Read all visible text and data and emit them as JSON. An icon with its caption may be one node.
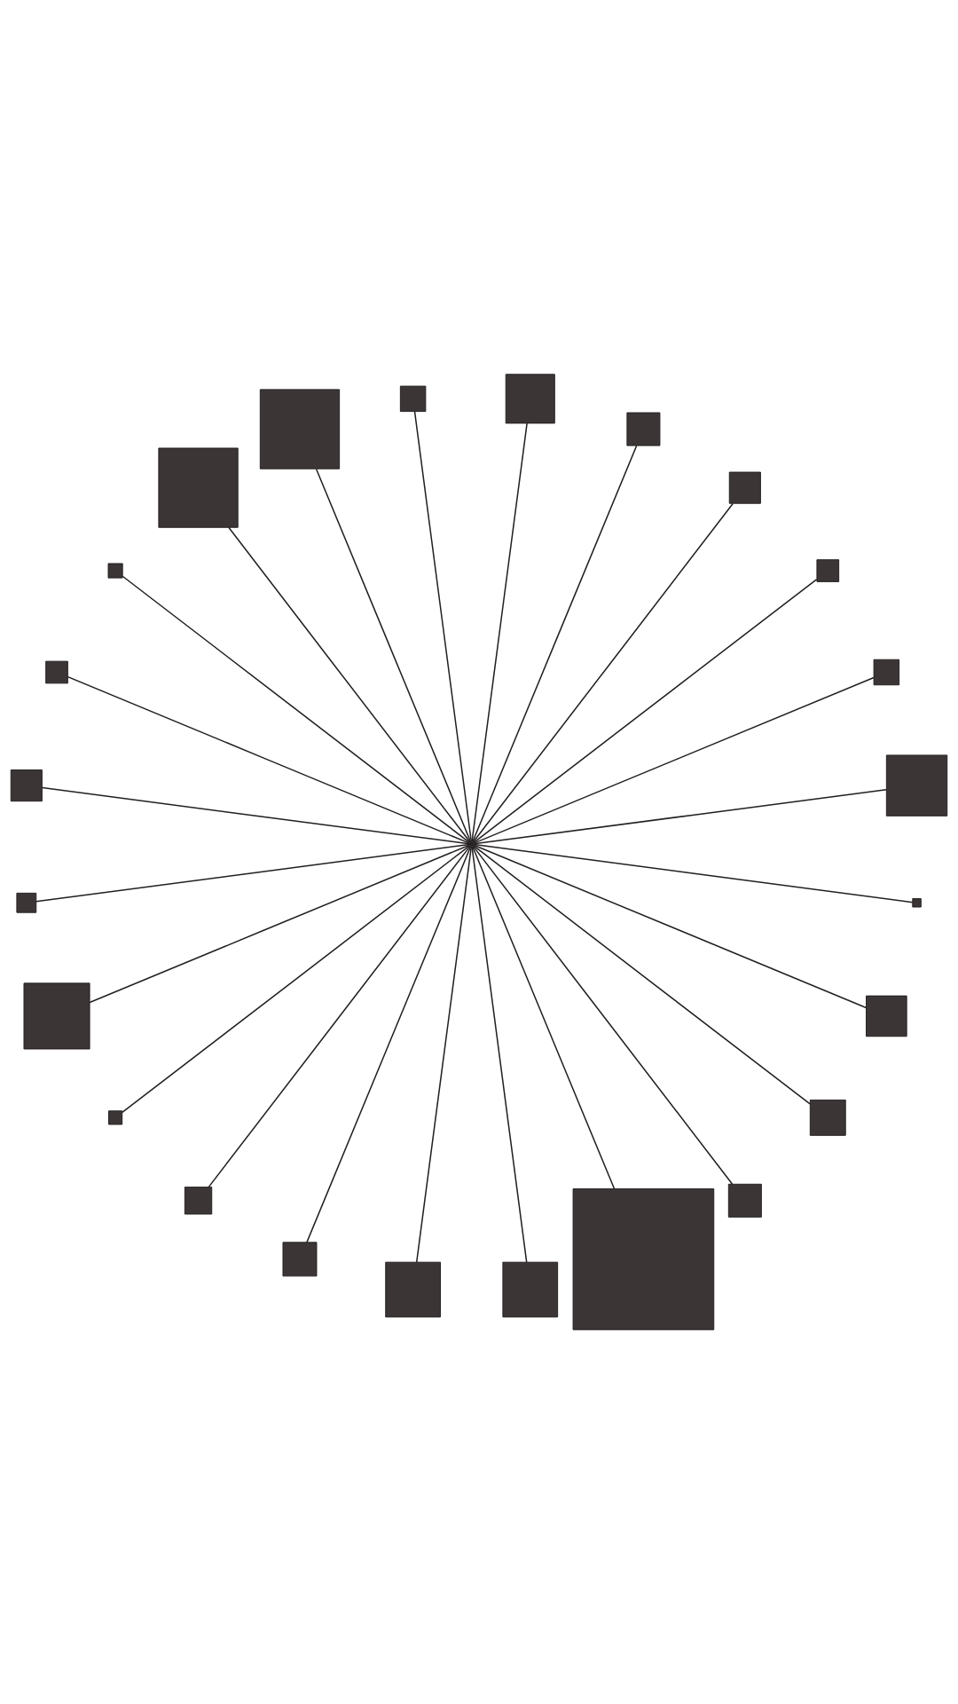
{
  "diagram": {
    "nodes": [
      {
        "text": [],
        "shape": "box"
      },
      {
        "text": [],
        "shape": "box"
      },
      {
        "text": [],
        "shape": "box"
      },
      {
        "text": [],
        "shape": "box"
      },
      {
        "text": [],
        "shape": "box"
      },
      {
        "text": [],
        "shape": "box"
      },
      {
        "text": [],
        "shape": "box"
      },
      {
        "text": [],
        "shape": "box"
      },
      {
        "text": [],
        "shape": "box"
      },
      {
        "text": [],
        "shape": "box"
      },
      {
        "text": [],
        "shape": "box"
      },
      {
        "text": [],
        "shape": "box"
      },
      {
        "text": [],
        "shape": "point"
      },
      {
        "text": [],
        "shape": "box"
      },
      {
        "text": [],
        "shape": "box"
      },
      {
        "text": [],
        "shape": "box"
      },
      {
        "text": [],
        "shape": "box"
      },
      {
        "text": [],
        "shape": "box"
      },
      {
        "text": [],
        "shape": "box"
      },
      {
        "text": [],
        "shape": "box"
      },
      {
        "text": [],
        "shape": "box"
      },
      {
        "text": [],
        "shape": "box"
      },
      {
        "text": [],
        "shape": "box"
      },
      {
        "text": [],
        "shape": "box"
      },
      {
        "text": [],
        "shape": "box"
      }
    ],
    "edges": [
      {
        "from": 12,
        "to": 0,
        "arrow": "none"
      },
      {
        "from": 12,
        "to": 1,
        "arrow": "none"
      },
      {
        "from": 12,
        "to": 2,
        "arrow": "none"
      },
      {
        "from": 12,
        "to": 3,
        "arrow": "none"
      },
      {
        "from": 12,
        "to": 4,
        "arrow": "none"
      },
      {
        "from": 12,
        "to": 5,
        "arrow": "none"
      },
      {
        "from": 12,
        "to": 6,
        "arrow": "none"
      },
      {
        "from": 12,
        "to": 7,
        "arrow": "none"
      },
      {
        "from": 12,
        "to": 8,
        "arrow": "none"
      },
      {
        "from": 12,
        "to": 9,
        "arrow": "none"
      },
      {
        "from": 12,
        "to": 10,
        "arrow": "none"
      },
      {
        "from": 12,
        "to": 11,
        "arrow": "none"
      },
      {
        "from": 12,
        "to": 13,
        "arrow": "none"
      },
      {
        "from": 12,
        "to": 14,
        "arrow": "none"
      },
      {
        "from": 12,
        "to": 15,
        "arrow": "none"
      },
      {
        "from": 12,
        "to": 16,
        "arrow": "none"
      },
      {
        "from": 12,
        "to": 17,
        "arrow": "none"
      },
      {
        "from": 12,
        "to": 18,
        "arrow": "none"
      },
      {
        "from": 12,
        "to": 19,
        "arrow": "none"
      },
      {
        "from": 12,
        "to": 20,
        "arrow": "none"
      },
      {
        "from": 12,
        "to": 21,
        "arrow": "none"
      },
      {
        "from": 12,
        "to": 22,
        "arrow": "none"
      },
      {
        "from": 12,
        "to": 23,
        "arrow": "none"
      },
      {
        "from": 12,
        "to": 24,
        "arrow": "none"
      }
    ]
  }
}
